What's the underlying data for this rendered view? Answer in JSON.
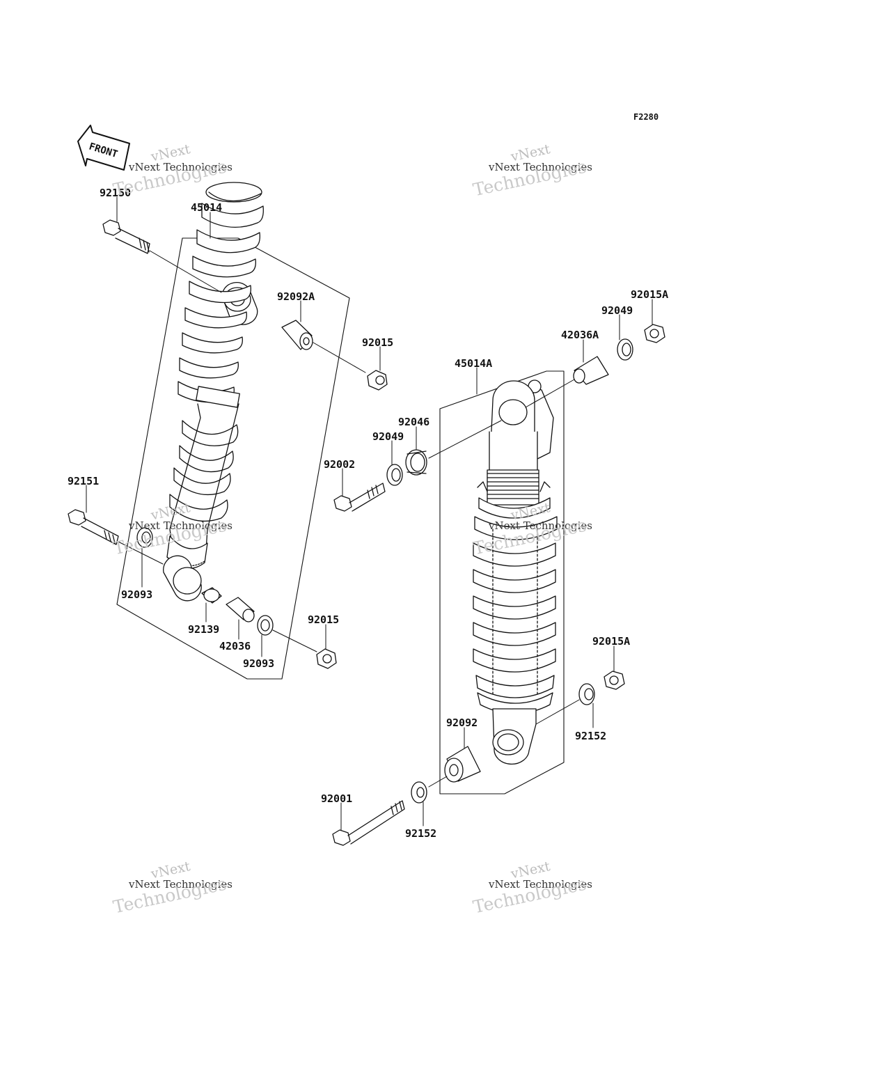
{
  "figure_ref": "F2280",
  "front_label": "FRONT",
  "watermark": {
    "line1": "vNext",
    "line2": "vNext Technologies",
    "line3": "Technologies"
  },
  "parts": [
    {
      "id": "p92150",
      "number": "92150"
    },
    {
      "id": "p45014",
      "number": "45014"
    },
    {
      "id": "p92092A",
      "number": "92092A"
    },
    {
      "id": "p92015a",
      "number": "92015"
    },
    {
      "id": "p92151",
      "number": "92151"
    },
    {
      "id": "p92093a",
      "number": "92093"
    },
    {
      "id": "p92139",
      "number": "92139"
    },
    {
      "id": "p42036",
      "number": "42036"
    },
    {
      "id": "p92093b",
      "number": "92093"
    },
    {
      "id": "p92015b",
      "number": "92015"
    },
    {
      "id": "p45014A",
      "number": "45014A"
    },
    {
      "id": "p92046",
      "number": "92046"
    },
    {
      "id": "p92049a",
      "number": "92049"
    },
    {
      "id": "p92002",
      "number": "92002"
    },
    {
      "id": "p42036A",
      "number": "42036A"
    },
    {
      "id": "p92049b",
      "number": "92049"
    },
    {
      "id": "p92015Aa",
      "number": "92015A"
    },
    {
      "id": "p92015Ab",
      "number": "92015A"
    },
    {
      "id": "p92152a",
      "number": "92152"
    },
    {
      "id": "p92092",
      "number": "92092"
    },
    {
      "id": "p92001",
      "number": "92001"
    },
    {
      "id": "p92152b",
      "number": "92152"
    }
  ]
}
